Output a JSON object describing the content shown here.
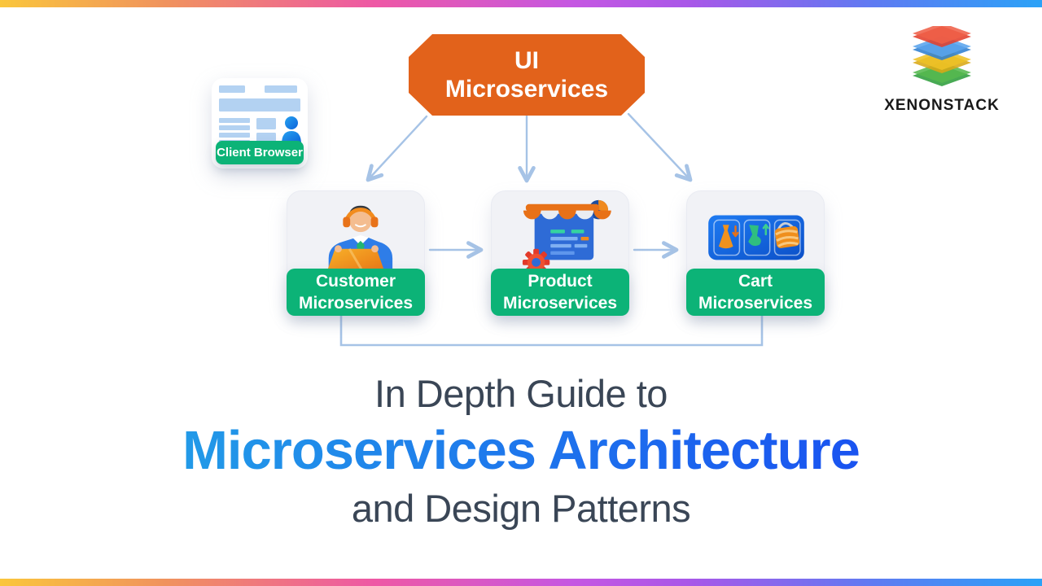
{
  "accent_bar": {
    "gradient_colors": [
      "#FAC63C",
      "#F0925E",
      "#EE58A5",
      "#A957E8",
      "#2BA2F7"
    ]
  },
  "brand": {
    "name": "XENONSTACK",
    "logo_icon": "stacked-layers-icon",
    "layer_colors": [
      "#E3402C",
      "#4D9CEB",
      "#EEC226",
      "#43A847"
    ]
  },
  "diagram": {
    "root_node": {
      "line1": "UI",
      "line2": "Microservices",
      "color": "#E2621B"
    },
    "client_node": {
      "label": "Client Browser",
      "icon": "browser-wireframe-illustration"
    },
    "service_nodes": [
      {
        "line1": "Customer",
        "line2": "Microservices",
        "icon": "support-agent-illustration"
      },
      {
        "line1": "Product",
        "line2": "Microservices",
        "icon": "storefront-illustration"
      },
      {
        "line1": "Cart",
        "line2": "Microservices",
        "icon": "shopping-items-illustration"
      }
    ],
    "label_color": "#0CB377",
    "card_color": "#F1F2F6",
    "connector_color": "#A6C3E6"
  },
  "title": {
    "line1": "In Depth Guide to",
    "line2": "Microservices Architecture",
    "line3": "and Design Patterns",
    "heading_color": "#3A4656",
    "line2_gradient": [
      "#229AE8",
      "#1A53F0"
    ]
  }
}
